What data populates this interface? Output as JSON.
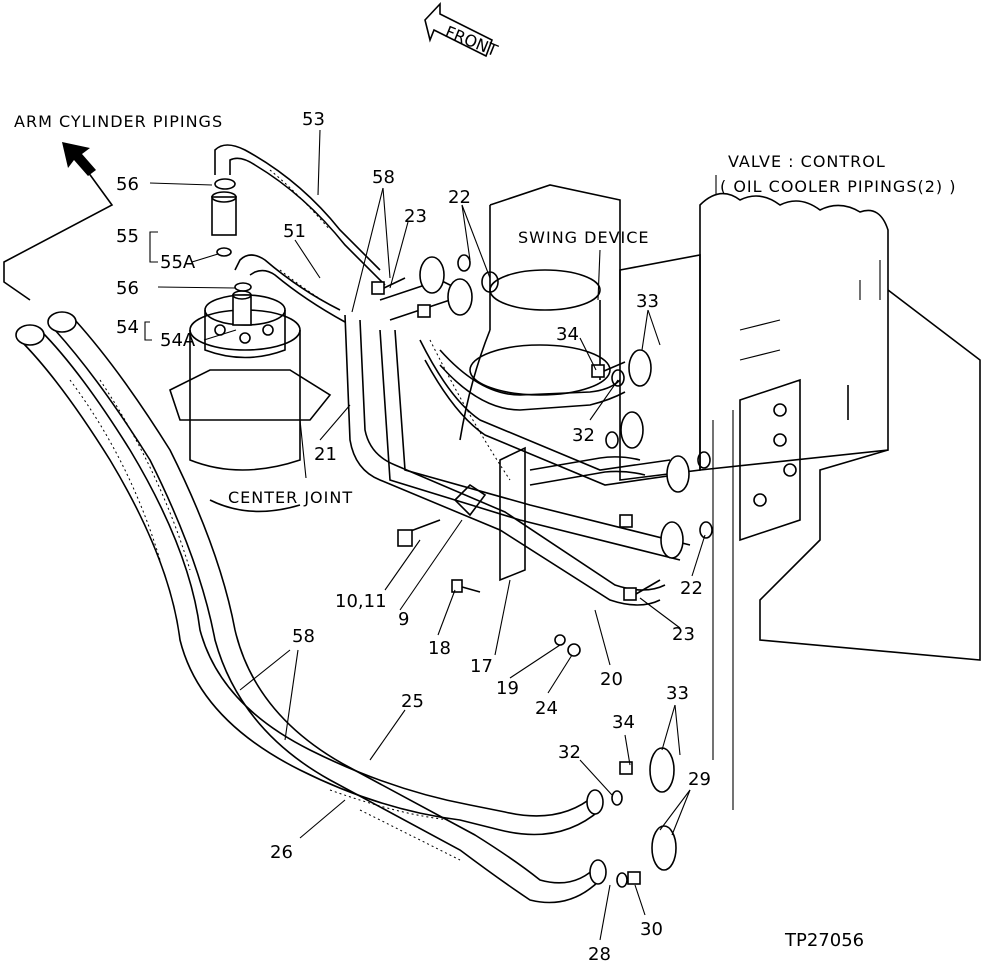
{
  "labels": {
    "front": "FRONT",
    "arm_cylinder_pipings": "ARM CYLINDER PIPINGS",
    "swing_device": "SWING DEVICE",
    "valve_control": "VALVE : CONTROL",
    "oil_cooler_pipings": "( OIL COOLER PIPINGS(2) )",
    "center_joint": "CENTER JOINT",
    "drawing_number": "TP27056"
  },
  "callouts": {
    "c53": "53",
    "c58a": "58",
    "c56a": "56",
    "c55": "55",
    "c55a": "55A",
    "c51": "51",
    "c23a": "23",
    "c22a": "22",
    "c56b": "56",
    "c54": "54",
    "c54a": "54A",
    "c33a": "33",
    "c34a": "34",
    "c32a": "32",
    "c21": "21",
    "c1011": "10,11",
    "c9": "9",
    "c18": "18",
    "c17": "17",
    "c19": "19",
    "c24": "24",
    "c20": "20",
    "c22b": "22",
    "c23b": "23",
    "c58b": "58",
    "c25": "25",
    "c26": "26",
    "c33b": "33",
    "c34b": "34",
    "c32b": "32",
    "c29": "29",
    "c30": "30",
    "c28": "28"
  }
}
